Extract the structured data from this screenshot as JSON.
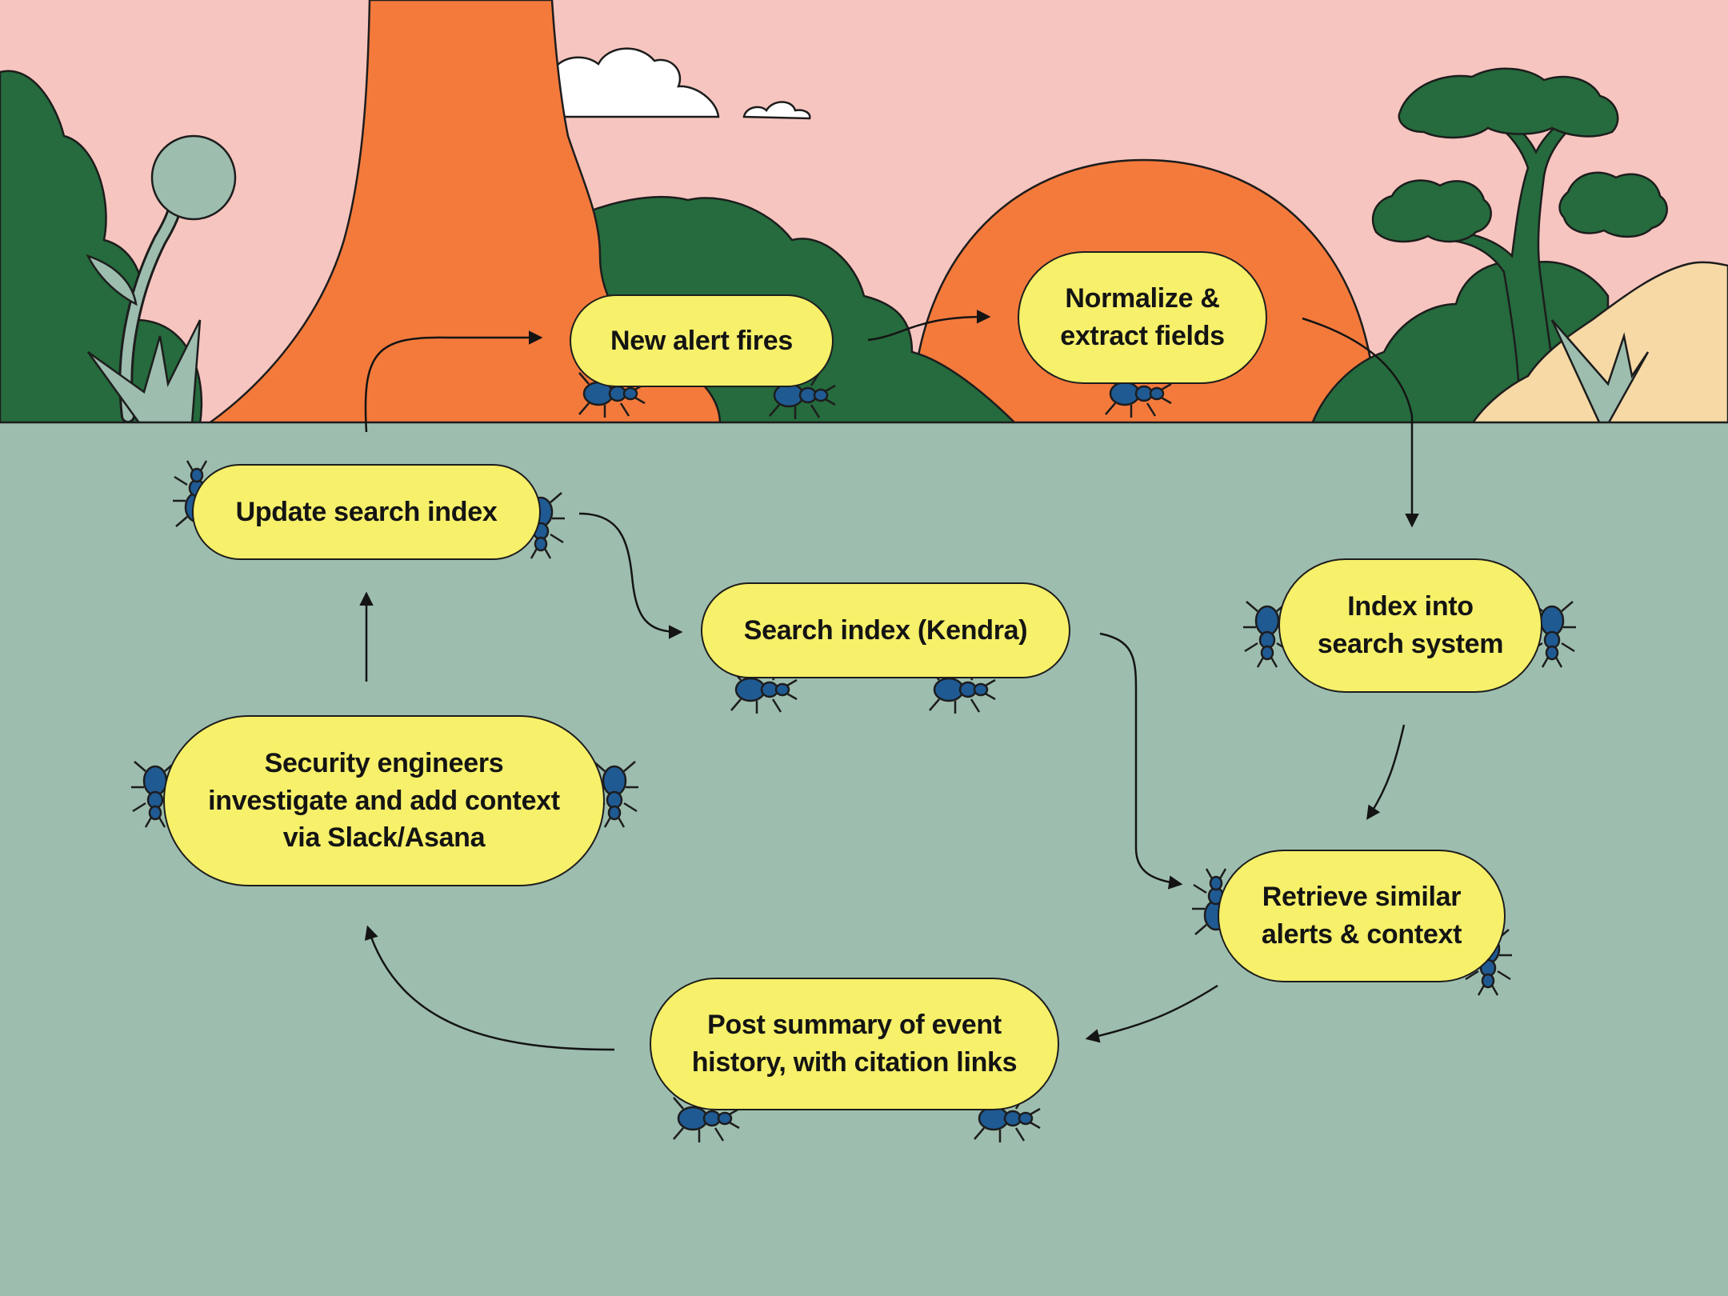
{
  "nodes": {
    "new_alert": [
      "New alert fires"
    ],
    "normalize": [
      "Normalize &",
      "extract fields"
    ],
    "index_into": [
      "Index into",
      "search system"
    ],
    "retrieve": [
      "Retrieve similar",
      "alerts & context"
    ],
    "post_summary": [
      "Post summary of event",
      "history, with citation links"
    ],
    "security": [
      "Security engineers",
      "investigate and add context",
      "via Slack/Asana"
    ],
    "update_index": [
      "Update search index"
    ],
    "search_index": [
      "Search index (Kendra)"
    ]
  },
  "colors": {
    "sky": "#f7c5bf",
    "ground": "#9dbdaf",
    "foliage": "#256b3d",
    "trunk": "#f47a3c",
    "sun": "#f47a3c",
    "node_fill": "#f6f06a",
    "bug": "#1f5a93",
    "outline": "#1d1d1d"
  }
}
